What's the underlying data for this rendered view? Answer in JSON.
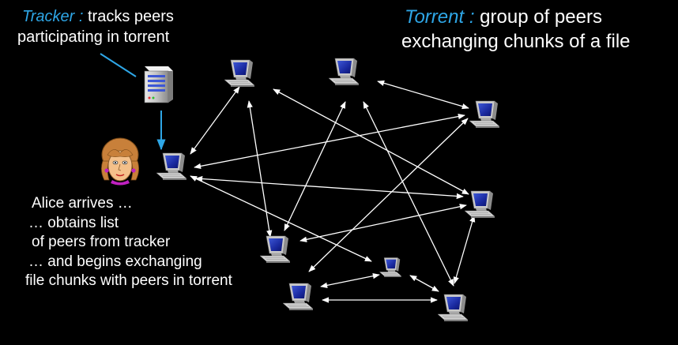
{
  "tracker": {
    "keyword": "Tracker :",
    "line1_rest": " tracks peers",
    "line2": "participating in torrent"
  },
  "torrent": {
    "keyword": "Torrent :",
    "line1_rest": " group of peers",
    "line2": "exchanging  chunks of a file"
  },
  "alice": {
    "lines": [
      "Alice arrives  …",
      "… obtains list",
      "of peers from tracker",
      "… and begins exchanging",
      "file chunks with peers in torrent"
    ]
  },
  "colors": {
    "keyword": "#2ea6e6",
    "background": "#000000",
    "connector": "#2ea6e6",
    "arrow": "#ffffff"
  },
  "icons": [
    "server-icon",
    "computer-icon",
    "alice-face-icon"
  ]
}
